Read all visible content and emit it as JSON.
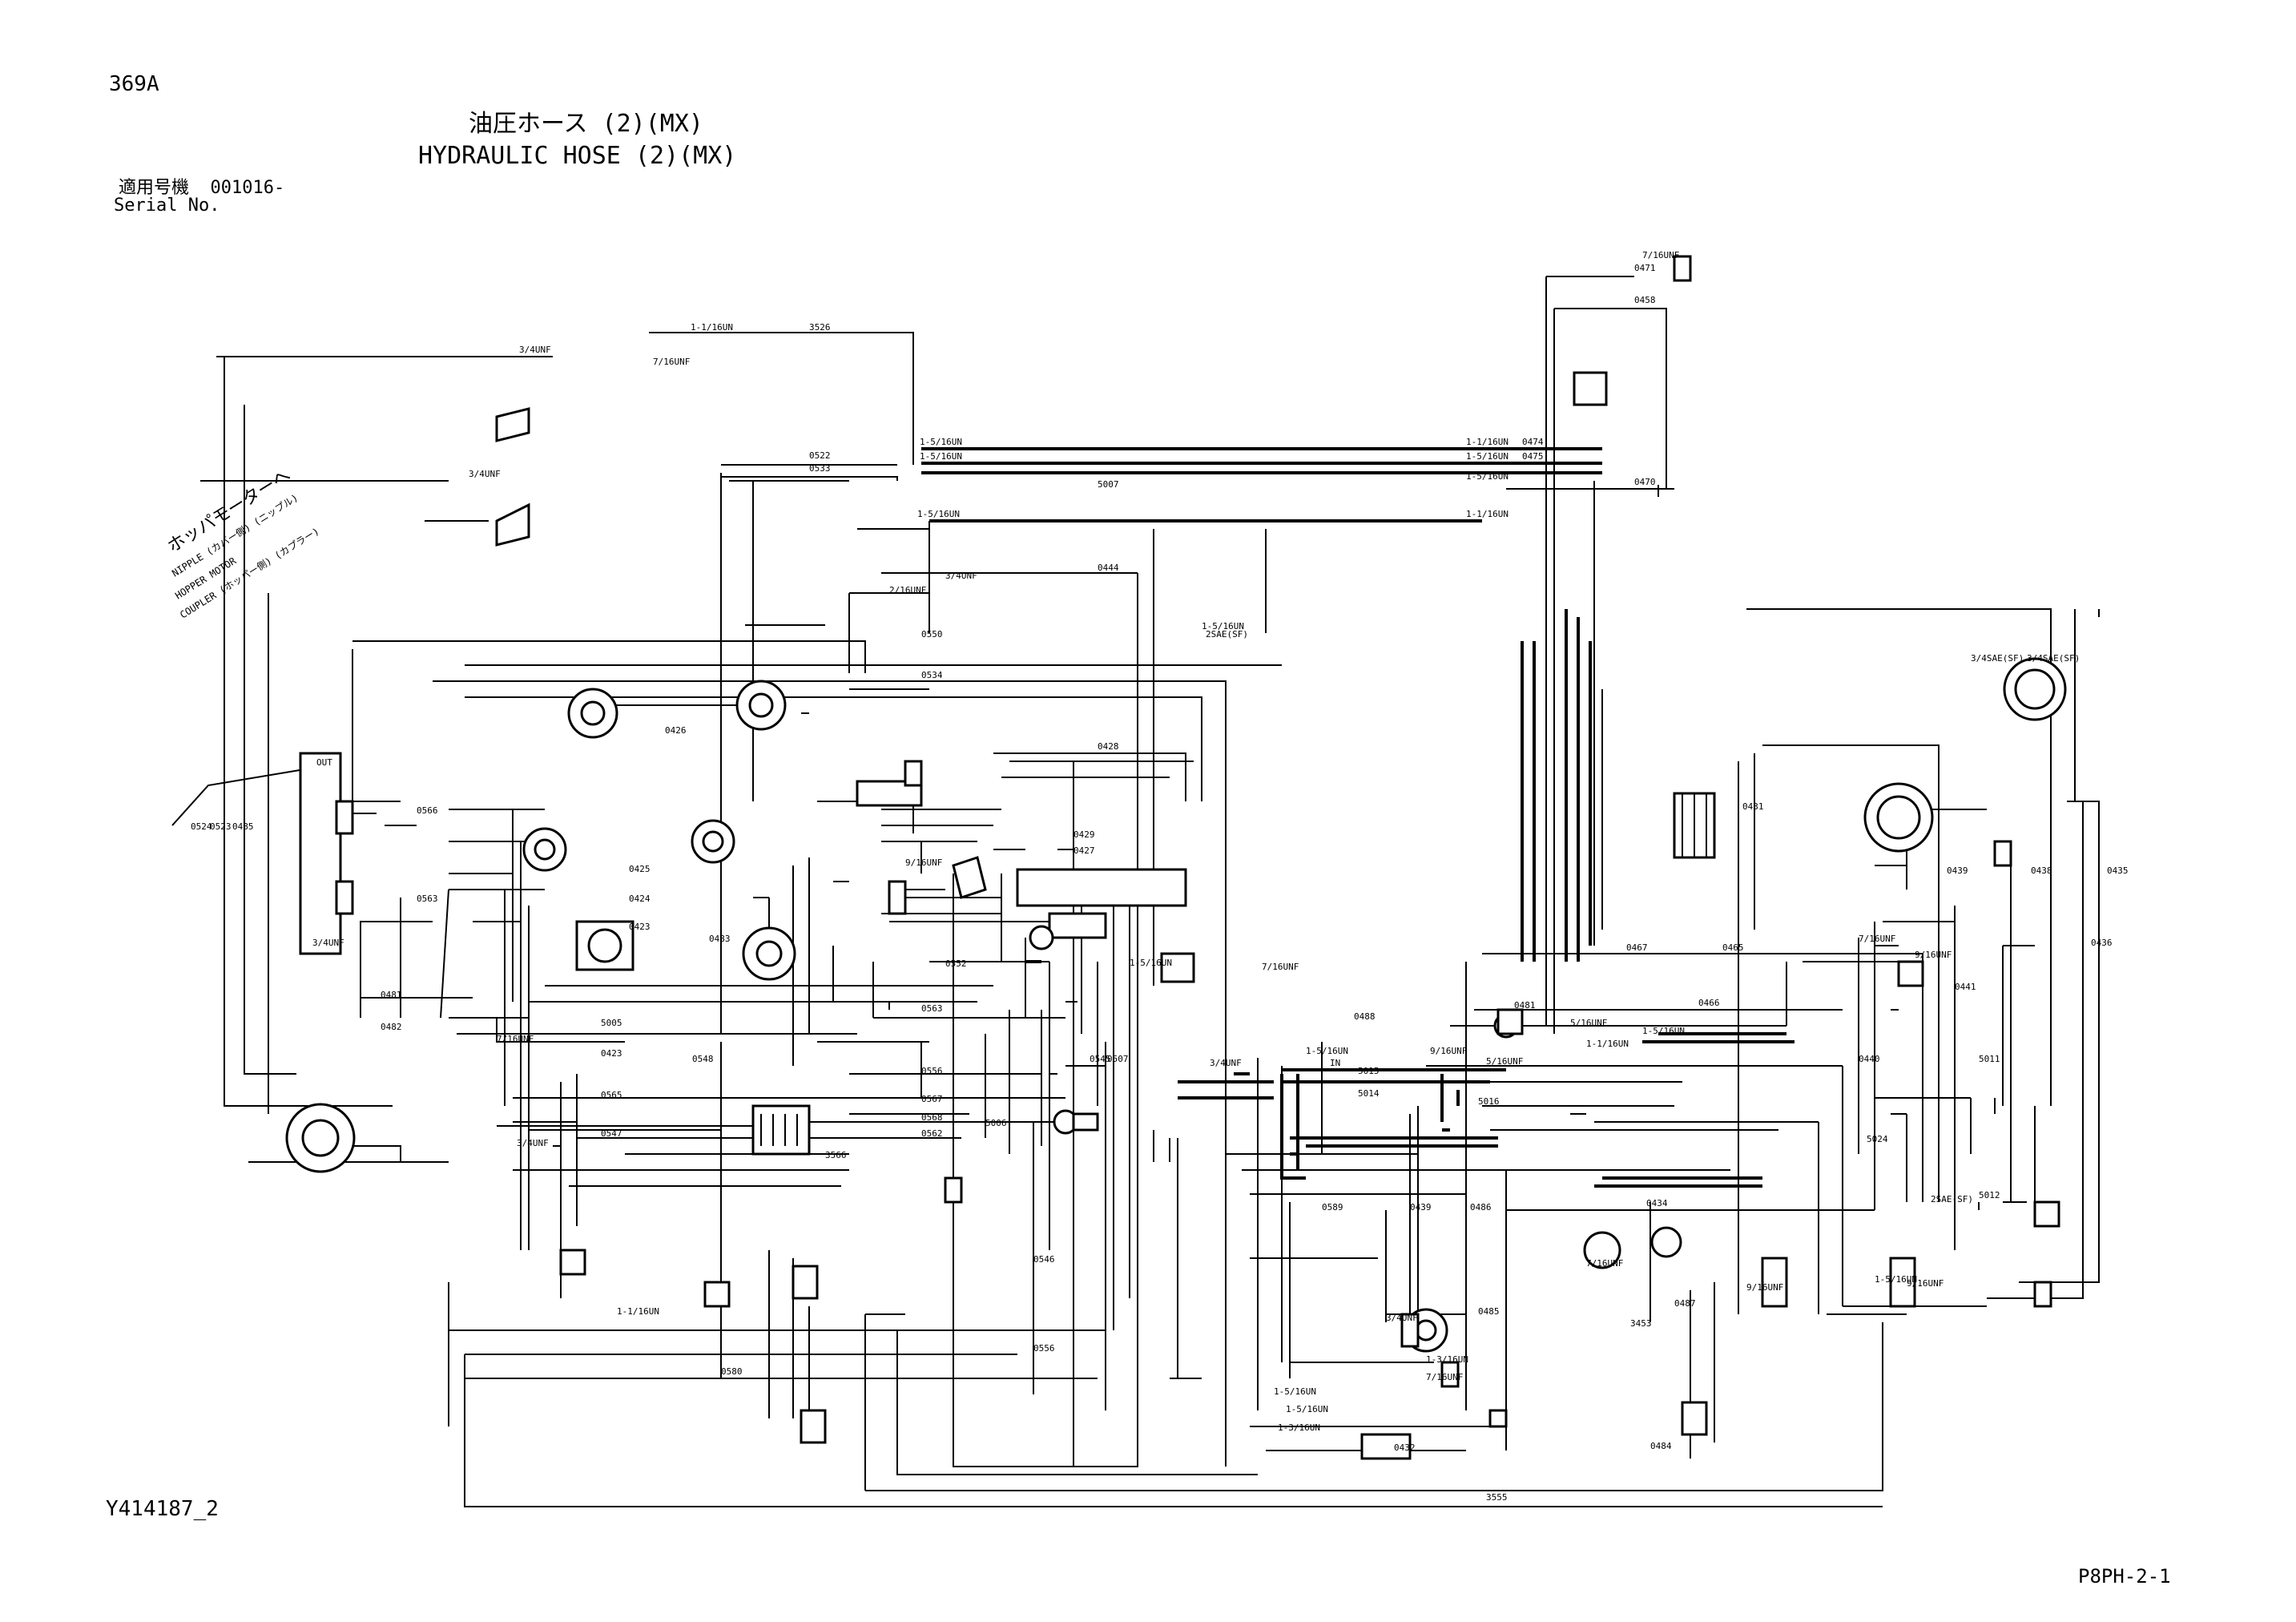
{
  "page": {
    "number": "369A",
    "title_jp": "油圧ホース (2)(MX)",
    "title_en": "HYDRAULIC HOSE (2)(MX)",
    "serial_label_jp": "適用号機",
    "serial_value": "001016-",
    "serial_label_en": "Serial No.",
    "drawing_no": "Y414187_2",
    "sheet_id": "P8PH-2-1"
  },
  "annotation": {
    "hopper_motor_jp": "ホッパモーターへ",
    "nipple_line": "NIPPLE (カバー側) (ニップル)",
    "hopper_motor_en": "HOPPER MOTOR",
    "coupler_line": "COUPLER (ホッパー側) (カプラー)"
  },
  "fittings": [
    {
      "id": "f1",
      "label": "1-1/16UN"
    },
    {
      "id": "f2",
      "label": "3526"
    },
    {
      "id": "f3",
      "label": "3/4UNF"
    },
    {
      "id": "f4",
      "label": "3/4UNF"
    },
    {
      "id": "f5",
      "label": "7/16UNF"
    },
    {
      "id": "f6",
      "label": "1-5/16UN"
    },
    {
      "id": "f7",
      "label": "1-5/16UN"
    },
    {
      "id": "f8",
      "label": "0522"
    },
    {
      "id": "f9",
      "label": "0533"
    },
    {
      "id": "f10",
      "label": "5007"
    },
    {
      "id": "f11",
      "label": "1-1/16UN"
    },
    {
      "id": "f12",
      "label": "0474"
    },
    {
      "id": "f13",
      "label": "1-5/16UN"
    },
    {
      "id": "f14",
      "label": "0475"
    },
    {
      "id": "f15",
      "label": "1-5/16UN"
    },
    {
      "id": "f16",
      "label": "0470"
    },
    {
      "id": "f17",
      "label": "7/16UNF"
    },
    {
      "id": "f18",
      "label": "0471"
    },
    {
      "id": "f19",
      "label": "0458"
    },
    {
      "id": "f20",
      "label": "1-5/16UN"
    },
    {
      "id": "f21",
      "label": "3/4UNF"
    },
    {
      "id": "f22",
      "label": "2/16UNF"
    },
    {
      "id": "f23",
      "label": "0444"
    },
    {
      "id": "f24",
      "label": "0550"
    },
    {
      "id": "f25",
      "label": "0534"
    },
    {
      "id": "f26",
      "label": "2SAE(SF)"
    },
    {
      "id": "f27",
      "label": "0426"
    },
    {
      "id": "f28",
      "label": "0428"
    },
    {
      "id": "f29",
      "label": "0429"
    },
    {
      "id": "f30",
      "label": "0427"
    },
    {
      "id": "f31",
      "label": "0425"
    },
    {
      "id": "f32",
      "label": "0424"
    },
    {
      "id": "f33",
      "label": "0423"
    },
    {
      "id": "f34",
      "label": "0483"
    },
    {
      "id": "f35",
      "label": "0552"
    },
    {
      "id": "f36",
      "label": "0563"
    },
    {
      "id": "f37",
      "label": "0488"
    },
    {
      "id": "f38",
      "label": "0566"
    },
    {
      "id": "f39",
      "label": "0563"
    },
    {
      "id": "f40",
      "label": "0481"
    },
    {
      "id": "f41",
      "label": "0482"
    },
    {
      "id": "f42",
      "label": "5005"
    },
    {
      "id": "f43",
      "label": "0423"
    },
    {
      "id": "f44",
      "label": "0565"
    },
    {
      "id": "f45",
      "label": "0547"
    },
    {
      "id": "f46",
      "label": "0556"
    },
    {
      "id": "f47",
      "label": "0567"
    },
    {
      "id": "f48",
      "label": "0568"
    },
    {
      "id": "f49",
      "label": "0562"
    },
    {
      "id": "f50",
      "label": "5006"
    },
    {
      "id": "f51",
      "label": "3566"
    },
    {
      "id": "f52",
      "label": "0546"
    },
    {
      "id": "f53",
      "label": "0556"
    },
    {
      "id": "f54",
      "label": "0580"
    },
    {
      "id": "f55",
      "label": "3555"
    },
    {
      "id": "f56",
      "label": "0432"
    },
    {
      "id": "f57",
      "label": "0484"
    },
    {
      "id": "f58",
      "label": "0434"
    },
    {
      "id": "f59",
      "label": "5024"
    },
    {
      "id": "f60",
      "label": "0467"
    },
    {
      "id": "f61",
      "label": "0465"
    },
    {
      "id": "f62",
      "label": "0466"
    },
    {
      "id": "f63",
      "label": "3/4SAE(SF)"
    },
    {
      "id": "f64",
      "label": "3/4SAE(SF)"
    },
    {
      "id": "f65",
      "label": "9/16UNF"
    },
    {
      "id": "f66",
      "label": "5012"
    },
    {
      "id": "f67",
      "label": "5016"
    },
    {
      "id": "f68",
      "label": "5015"
    },
    {
      "id": "f69",
      "label": "5014"
    },
    {
      "id": "f70",
      "label": "3453"
    },
    {
      "id": "f71",
      "label": "1-5/16UN"
    },
    {
      "id": "f72",
      "label": "1-3/16UN"
    },
    {
      "id": "f73",
      "label": "7/16UNF"
    },
    {
      "id": "f74",
      "label": "1-1/16UN"
    },
    {
      "id": "f75",
      "label": "9/16UNF"
    },
    {
      "id": "f76",
      "label": "1-5/16UN"
    },
    {
      "id": "f77",
      "label": "0431"
    },
    {
      "id": "f78",
      "label": "0439"
    },
    {
      "id": "f79",
      "label": "0438"
    },
    {
      "id": "f80",
      "label": "0435"
    },
    {
      "id": "f81",
      "label": "0436"
    },
    {
      "id": "f82",
      "label": "0441"
    },
    {
      "id": "f83",
      "label": "0440"
    },
    {
      "id": "f84",
      "label": "5011"
    },
    {
      "id": "f85",
      "label": "0524"
    },
    {
      "id": "f86",
      "label": "0523"
    },
    {
      "id": "f87",
      "label": "0485"
    },
    {
      "id": "f88",
      "label": "0548"
    },
    {
      "id": "f89",
      "label": "0545"
    },
    {
      "id": "f90",
      "label": "0507"
    },
    {
      "id": "f91",
      "label": "0589"
    },
    {
      "id": "f92",
      "label": "0439"
    },
    {
      "id": "f93",
      "label": "0486"
    },
    {
      "id": "f94",
      "label": "0481"
    },
    {
      "id": "f95",
      "label": "0485"
    },
    {
      "id": "f96",
      "label": "0487"
    },
    {
      "id": "f97",
      "label": "3/4UNF"
    },
    {
      "id": "f98",
      "label": "1-5/16UN"
    },
    {
      "id": "f99",
      "label": "1-3/16UN"
    },
    {
      "id": "f100",
      "label": "7/16UNF"
    },
    {
      "id": "f101",
      "label": "5/16UNF"
    },
    {
      "id": "f102",
      "label": "1-1/16UN"
    },
    {
      "id": "f103",
      "label": "5/16UNF"
    },
    {
      "id": "f104",
      "label": "9/16UNF"
    },
    {
      "id": "f105",
      "label": "1-5/16UN"
    },
    {
      "id": "f106",
      "label": "3/4UNF"
    },
    {
      "id": "f107",
      "label": "1-5/16UN"
    },
    {
      "id": "f108",
      "label": "9/16UNF"
    },
    {
      "id": "f109",
      "label": "7/16UNF"
    },
    {
      "id": "f110",
      "label": "2SAE(SF)"
    },
    {
      "id": "f111",
      "label": "1-5/16UN"
    },
    {
      "id": "f112",
      "label": "1-1/16UN"
    },
    {
      "id": "f113",
      "label": "IN"
    },
    {
      "id": "f114",
      "label": "OUT"
    },
    {
      "id": "f115",
      "label": "3/4UNF"
    },
    {
      "id": "f116",
      "label": "7/16UNF"
    },
    {
      "id": "f117",
      "label": "3/4UNF"
    },
    {
      "id": "f118",
      "label": "9/16UNF"
    },
    {
      "id": "f119",
      "label": "1-5/16UN"
    },
    {
      "id": "f120",
      "label": "7/16UNF"
    }
  ]
}
